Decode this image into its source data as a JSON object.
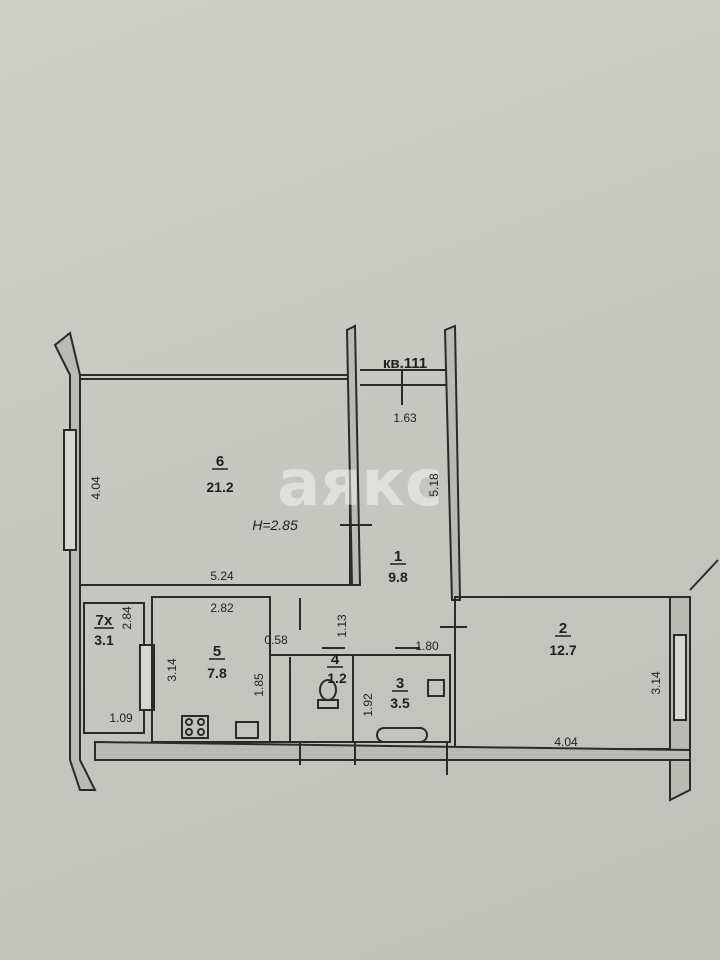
{
  "plan": {
    "apartment_label": "кв.111",
    "height_label": "H=2.85",
    "watermark": "аякс"
  },
  "rooms": [
    {
      "number": "6",
      "area": "21.2"
    },
    {
      "number": "1",
      "area": "9.8"
    },
    {
      "number": "2",
      "area": "12.7"
    },
    {
      "number": "5",
      "area": "7.8"
    },
    {
      "number": "4",
      "area": "1.2"
    },
    {
      "number": "3",
      "area": "3.5"
    },
    {
      "number": "7х",
      "area": "3.1"
    }
  ],
  "dimensions": {
    "d_163": "1.63",
    "d_518": "5.18",
    "d_404_left": "4.04",
    "d_524": "5.24",
    "d_282": "2.82",
    "d_284": "2.84",
    "d_113": "1.13",
    "d_058": "0.58",
    "d_180": "1.80",
    "d_314_left": "3.14",
    "d_185": "1.85",
    "d_192": "1.92",
    "d_314_right": "3.14",
    "d_109": "1.09",
    "d_404_bottom": "4.04"
  }
}
